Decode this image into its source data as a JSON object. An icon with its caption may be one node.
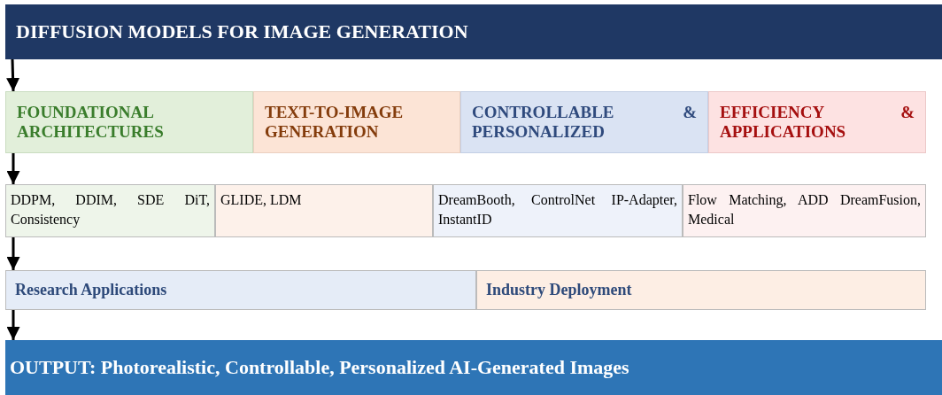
{
  "diagram": {
    "nodes": [
      {
        "text": [
          "DIFFUSION MODELS FOR IMAGE GENERATION"
        ]
      },
      {
        "text": [
          "FOUNDATIONAL ARCHITECTURES"
        ]
      },
      {
        "text": [
          "TEXT-TO-IMAGE GENERATION"
        ]
      },
      {
        "text": [
          "CONTROLLABLE & PERSONALIZED"
        ]
      },
      {
        "text": [
          "EFFICIENCY & APPLICATIONS"
        ]
      },
      {
        "text": [
          "DDPM, DDIM, SDE DiT, Consistency"
        ]
      },
      {
        "text": [
          "GLIDE, LDM"
        ]
      },
      {
        "text": [
          "DreamBooth, ControlNet IP-Adapter, InstantID"
        ]
      },
      {
        "text": [
          "Flow Matching, ADD DreamFusion, Medical"
        ]
      },
      {
        "text": [
          "Research Applications"
        ]
      },
      {
        "text": [
          "Industry Deployment"
        ]
      },
      {
        "text": [
          "OUTPUT: Photorealistic, Controllable, Personalized AI-Generated Images"
        ]
      }
    ],
    "edges": [
      {
        "from": 0,
        "to": 1,
        "arrow": "to"
      },
      {
        "from": 1,
        "to": 5,
        "arrow": "to"
      },
      {
        "from": 5,
        "to": 9,
        "arrow": "to"
      },
      {
        "from": 9,
        "to": 11,
        "arrow": "to"
      }
    ]
  }
}
